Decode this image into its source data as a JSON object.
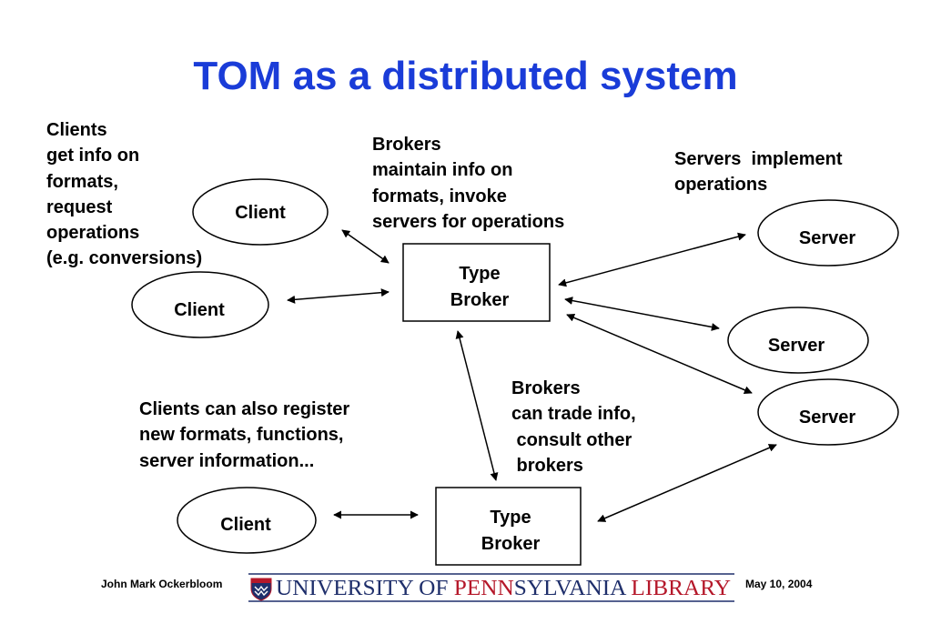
{
  "slide": {
    "title": "TOM as a distributed system"
  },
  "annotations": {
    "clients": "Clients\nget info on\nformats,\nrequest\noperations\n(e.g. conversions)",
    "brokers_top": "Brokers\nmaintain info on\nformats, invoke\nservers for operations",
    "servers": "Servers  implement\noperations",
    "clients_register": "Clients can also register\nnew formats, functions,\nserver information...",
    "brokers_trade": "Brokers\ncan trade info,\n consult other\n brokers"
  },
  "nodes": {
    "client_1": "Client",
    "client_2": "Client",
    "client_3": "Client",
    "broker_1": [
      "Type",
      "Broker"
    ],
    "broker_2": [
      "Type",
      "Broker"
    ],
    "server_1": "Server",
    "server_2": "Server",
    "server_3": "Server"
  },
  "footer": {
    "author": "John Mark Ockerbloom",
    "date": "May 10, 2004",
    "logo_parts": [
      "UNIVERSITY OF ",
      "PENN",
      "SYLVANIA ",
      "LIBRARY"
    ]
  },
  "colors": {
    "title": "#1a3cd8",
    "logo_red": "#b5182a",
    "logo_navy": "#1f2f6b"
  }
}
